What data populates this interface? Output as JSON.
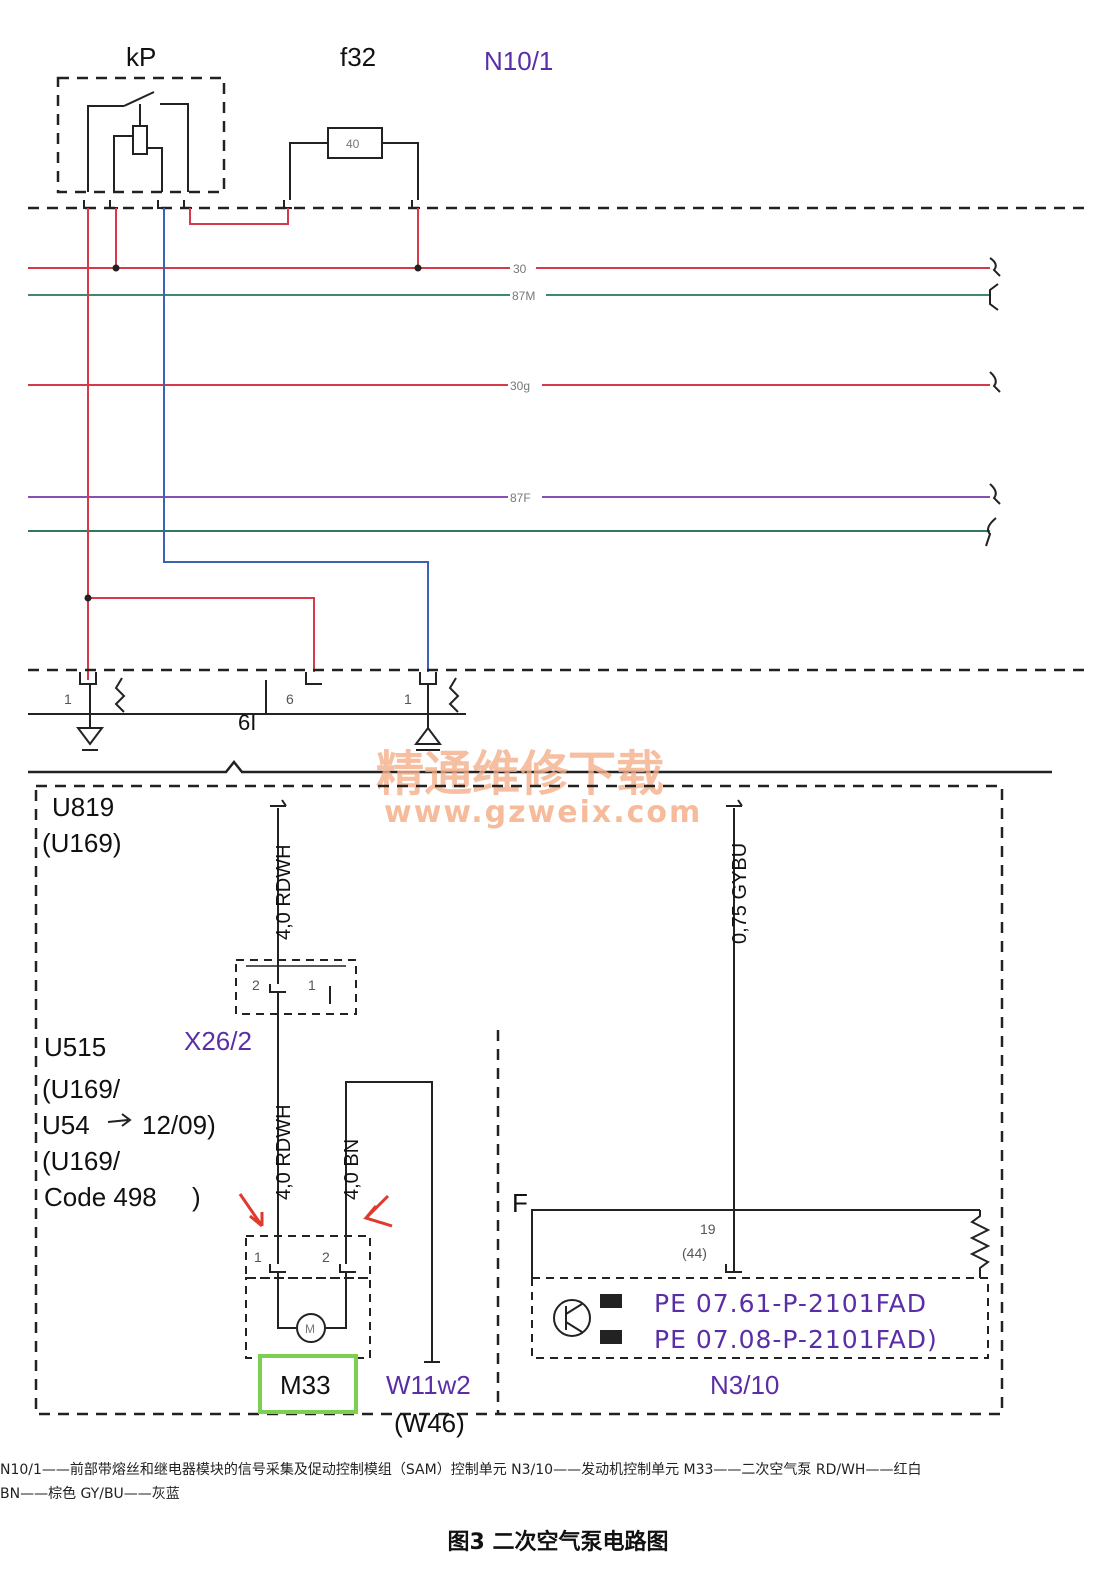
{
  "components": {
    "kp": "kP",
    "f32": "f32",
    "n10_1": "N10/1",
    "fuse_value": "40",
    "m33": "M33",
    "w11w2": "W11w2",
    "w46": "(W46)",
    "n3_10": "N3/10",
    "x26_2": "X26/2",
    "motor_symbol": "M"
  },
  "bus_lines": [
    {
      "label": "30",
      "color": "#d63a48"
    },
    {
      "label": "87M",
      "color": "#3f8a6a"
    },
    {
      "label": "30g",
      "color": "#d63a48"
    },
    {
      "label": "87F",
      "color": "#8a4fb5"
    },
    {
      "label": "",
      "color": "#2f7a5a"
    }
  ],
  "connector_labels": {
    "ground_pin": "1",
    "pin_6": "6",
    "pin_1b": "1",
    "conn_61": "6I",
    "x26_pin2": "2",
    "x26_pin1": "1",
    "m33_pin1": "1",
    "m33_pin2": "2",
    "n3_pin": "19",
    "n3_pin_alt": "(44)",
    "f_label": "F"
  },
  "variants": {
    "u819": "U819",
    "u169_a": "(U169)",
    "u515": "U515",
    "u169_b": "(U169/",
    "u54": "U54",
    "u54_date": "12/09)",
    "u169_c": "(U169/",
    "code": "Code 498",
    "code_close": ")"
  },
  "wires": {
    "upper_rdwh": "4,0 RDWH",
    "gybu": "0,75 GYBU",
    "lower_rdwh": "4,0 RDWH",
    "bn": "4,0 BN"
  },
  "refs": {
    "pe1": "PE 07.61-P-2101FAD",
    "pe2": "PE 07.08-P-2101FAD)"
  },
  "watermark": {
    "cn": "精通维修下载",
    "url": "www.gzweix.com"
  },
  "legend": {
    "line1": "N10/1——前部带熔丝和继电器模块的信号采集及促动控制模组（SAM）控制单元  N3/10——发动机控制单元  M33——二次空气泵  RD/WH——红白",
    "line2": "BN——棕色  GY/BU——灰蓝"
  },
  "caption": "图3  二次空气泵电路图"
}
